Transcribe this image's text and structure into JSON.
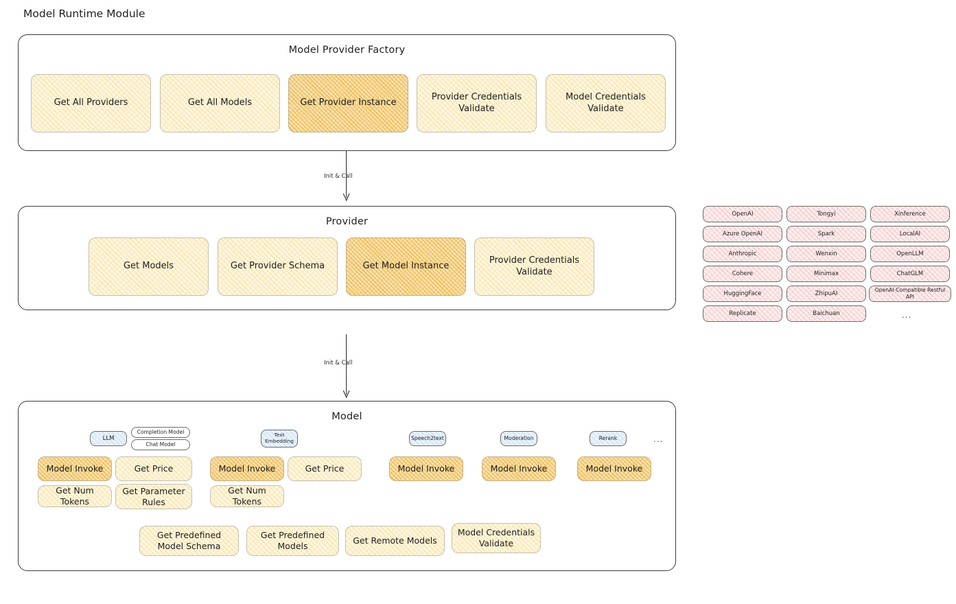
{
  "page": {
    "heading": "Model Runtime Module"
  },
  "factory": {
    "title": "Model Provider Factory",
    "nodes": [
      {
        "label": "Get All Providers",
        "highlight": false
      },
      {
        "label": "Get All Models",
        "highlight": false
      },
      {
        "label": "Get Provider Instance",
        "highlight": true
      },
      {
        "label": "Provider Credentials Validate",
        "highlight": false
      },
      {
        "label": "Model Credentials Validate",
        "highlight": false
      }
    ]
  },
  "arrows": [
    {
      "label": "Init & Call"
    },
    {
      "label": "Init & Call"
    }
  ],
  "provider": {
    "title": "Provider",
    "nodes": [
      {
        "label": "Get Models",
        "highlight": false
      },
      {
        "label": "Get Provider Schema",
        "highlight": false
      },
      {
        "label": "Get Model Instance",
        "highlight": true
      },
      {
        "label": "Provider Credentials Validate",
        "highlight": false
      }
    ]
  },
  "provider_list": {
    "columns": [
      {
        "items": [
          "OpenAI",
          "Azure OpenAI",
          "Anthropic",
          "Cohere",
          "HuggingFace",
          "Replicate"
        ]
      },
      {
        "items": [
          "Tongyi",
          "Spark",
          "Wenxin",
          "Minimax",
          "ZhipuAI",
          "Baichuan"
        ]
      },
      {
        "items": [
          "Xinference",
          "LocalAI",
          "OpenLLM",
          "ChatGLM",
          "OpenAI-Compatible Restful API"
        ]
      }
    ],
    "more": "..."
  },
  "model": {
    "title": "Model",
    "more": "...",
    "types": [
      {
        "badge": "LLM",
        "sub_badges": [
          "Completion Model",
          "Chat Model"
        ]
      },
      {
        "badge": "Text Embedding",
        "sub_badges": []
      },
      {
        "badge": "Speech2text",
        "sub_badges": []
      },
      {
        "badge": "Moderation",
        "sub_badges": []
      },
      {
        "badge": "Rerank",
        "sub_badges": []
      }
    ],
    "llm_methods": [
      {
        "label": "Model Invoke",
        "highlight": true
      },
      {
        "label": "Get Price",
        "highlight": false
      },
      {
        "label": "Get Num Tokens",
        "highlight": false
      },
      {
        "label": "Get Parameter Rules",
        "highlight": false
      }
    ],
    "embedding_methods": [
      {
        "label": "Model Invoke",
        "highlight": true
      },
      {
        "label": "Get Price",
        "highlight": false
      },
      {
        "label": "Get Num Tokens",
        "highlight": false
      }
    ],
    "speech2text_methods": [
      {
        "label": "Model Invoke",
        "highlight": true
      }
    ],
    "moderation_methods": [
      {
        "label": "Model Invoke",
        "highlight": true
      }
    ],
    "rerank_methods": [
      {
        "label": "Model Invoke",
        "highlight": true
      }
    ],
    "common_methods": [
      {
        "label": "Get Predefined Model Schema"
      },
      {
        "label": "Get Predefined Models"
      },
      {
        "label": "Get Remote Models"
      },
      {
        "label": "Model Credentials Validate"
      }
    ]
  },
  "colors": {
    "highlight_fill": "#fae3b2",
    "node_fill": "#fdf6e0",
    "provider_fill": "#fdeeee",
    "badge_fill": "#e9f2fb",
    "stroke": "#3b3b3b"
  }
}
